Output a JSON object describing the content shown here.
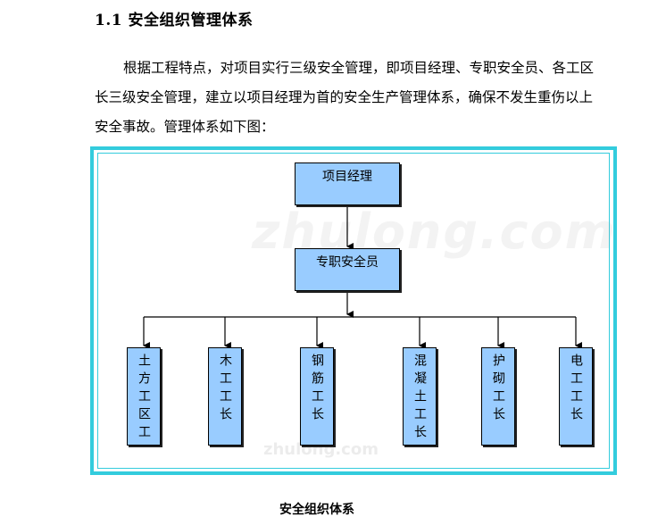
{
  "section": {
    "heading": "1.1 安全组织管理体系",
    "paragraph": "根据工程特点，对项目实行三级安全管理，即项目经理、专职安全员、各工区长三级安全管理，建立以项目经理为首的安全生产管理体系，确保不发生重伤以上安全事故。管理体系如下图："
  },
  "diagram": {
    "top_node": "项目经理",
    "middle_node": "专职安全员",
    "leaf_nodes": [
      "土方工区工",
      "木工工长",
      "钢筋工长",
      "混凝土工长",
      "护砌工长",
      "电工工长"
    ],
    "watermark": "zhulong.com",
    "watermark_small": "zhulong.com",
    "colors": {
      "box_fill": "#99ccff",
      "frame": "#33ccdd"
    }
  },
  "caption": "安全组织体系"
}
